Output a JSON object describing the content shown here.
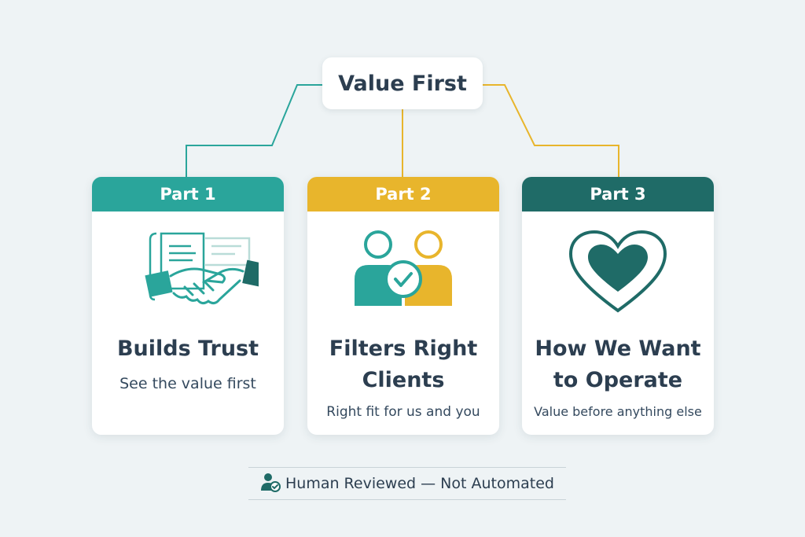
{
  "root": {
    "label": "Value First"
  },
  "cards": [
    {
      "header": "Part 1",
      "title_lines": [
        "Builds Trust"
      ],
      "subtitle": "See the value first",
      "color": "#2aa59b",
      "icon": "handshake-document-icon"
    },
    {
      "header": "Part 2",
      "title_lines": [
        "Filters Right",
        "Clients"
      ],
      "subtitle": "Right fit for us and you",
      "color": "#e8b52c",
      "icon": "people-check-icon"
    },
    {
      "header": "Part 3",
      "title_lines": [
        "How We Want",
        "to Operate"
      ],
      "subtitle": "Value before anything else",
      "color": "#1f6b67",
      "icon": "heart-icon"
    }
  ],
  "footer": {
    "text": "Human Reviewed — Not Automated",
    "icon": "user-check-icon"
  },
  "colors": {
    "teal": "#2aa59b",
    "gold": "#e8b52c",
    "dark_teal": "#1f6b67",
    "text": "#2c3e50",
    "background": "#eef3f5"
  }
}
